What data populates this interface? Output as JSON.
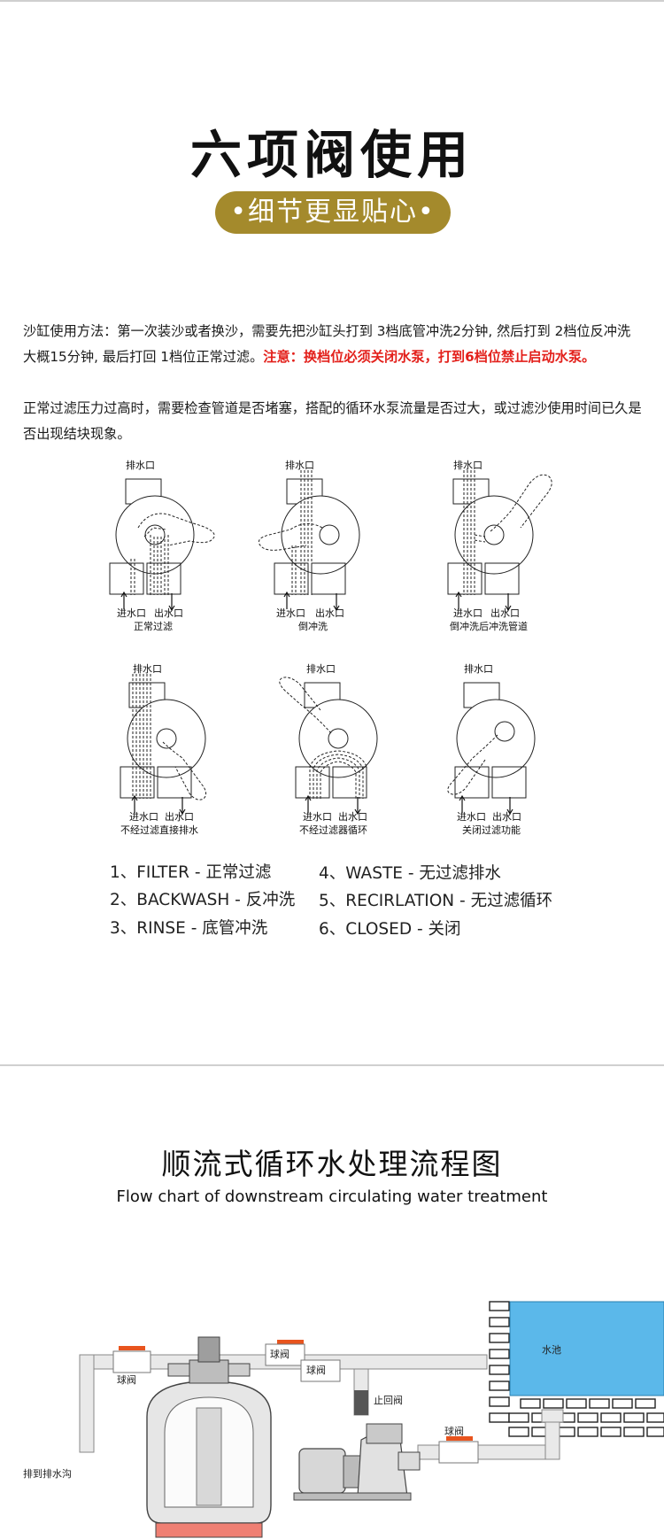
{
  "header": {
    "title": "六项阀使用",
    "tagline": "•细节更显贴心•"
  },
  "instructions": {
    "p1_main": "沙缸使用方法：第一次装沙或者换沙，需要先把沙缸头打到 3档底管冲洗2分钟, 然后打到 2档位反冲洗 大概15分钟, 最后打回 1档位正常过滤。",
    "p1_warning": "注意：换档位必须关闭水泵，打到6档位禁止启动水泵。",
    "p2": "正常过滤压力过高时，需要检查管道是否堵塞，搭配的循环水泵流量是否过大，或过滤沙使用时间已久是否出现结块现象。"
  },
  "diagrams": [
    {
      "top": "排水口",
      "inlet": "进水口",
      "outlet": "出水口",
      "mode": "正常过滤"
    },
    {
      "top": "排水口",
      "inlet": "进水口",
      "outlet": "出水口",
      "mode": "倒冲洗"
    },
    {
      "top": "排水口",
      "inlet": "进水口",
      "outlet": "出水口",
      "mode": "倒冲洗后冲洗管道"
    },
    {
      "top": "排水口",
      "inlet": "进水口",
      "outlet": "出水口",
      "mode": "不经过滤直接排水"
    },
    {
      "top": "排水口",
      "inlet": "进水口",
      "outlet": "出水口",
      "mode": "不经过滤器循环"
    },
    {
      "top": "排水口",
      "inlet": "进水口",
      "outlet": "出水口",
      "mode": "关闭过滤功能"
    }
  ],
  "legend": [
    "1、FILTER - 正常过滤",
    "2、BACKWASH - 反冲洗",
    "3、RINSE - 底管冲洗",
    "4、WASTE - 无过滤排水",
    "5、RECIRLATION - 无过滤循环",
    "6、CLOSED - 关闭"
  ],
  "flow": {
    "title": "顺流式循环水处理流程图",
    "subtitle": "Flow chart of downstream circulating water treatment",
    "labels": {
      "ball_valve_left": "球阀",
      "ball_valve_top1": "球阀",
      "ball_valve_top2": "球阀",
      "ball_valve_bottom": "球阀",
      "check_valve": "止回阀",
      "pool": "水池",
      "drain": "排到排水沟"
    },
    "colors": {
      "pool": "#5bb8ea",
      "valve_handle": "#e8541e",
      "pipe": "#e9e9e9"
    }
  }
}
